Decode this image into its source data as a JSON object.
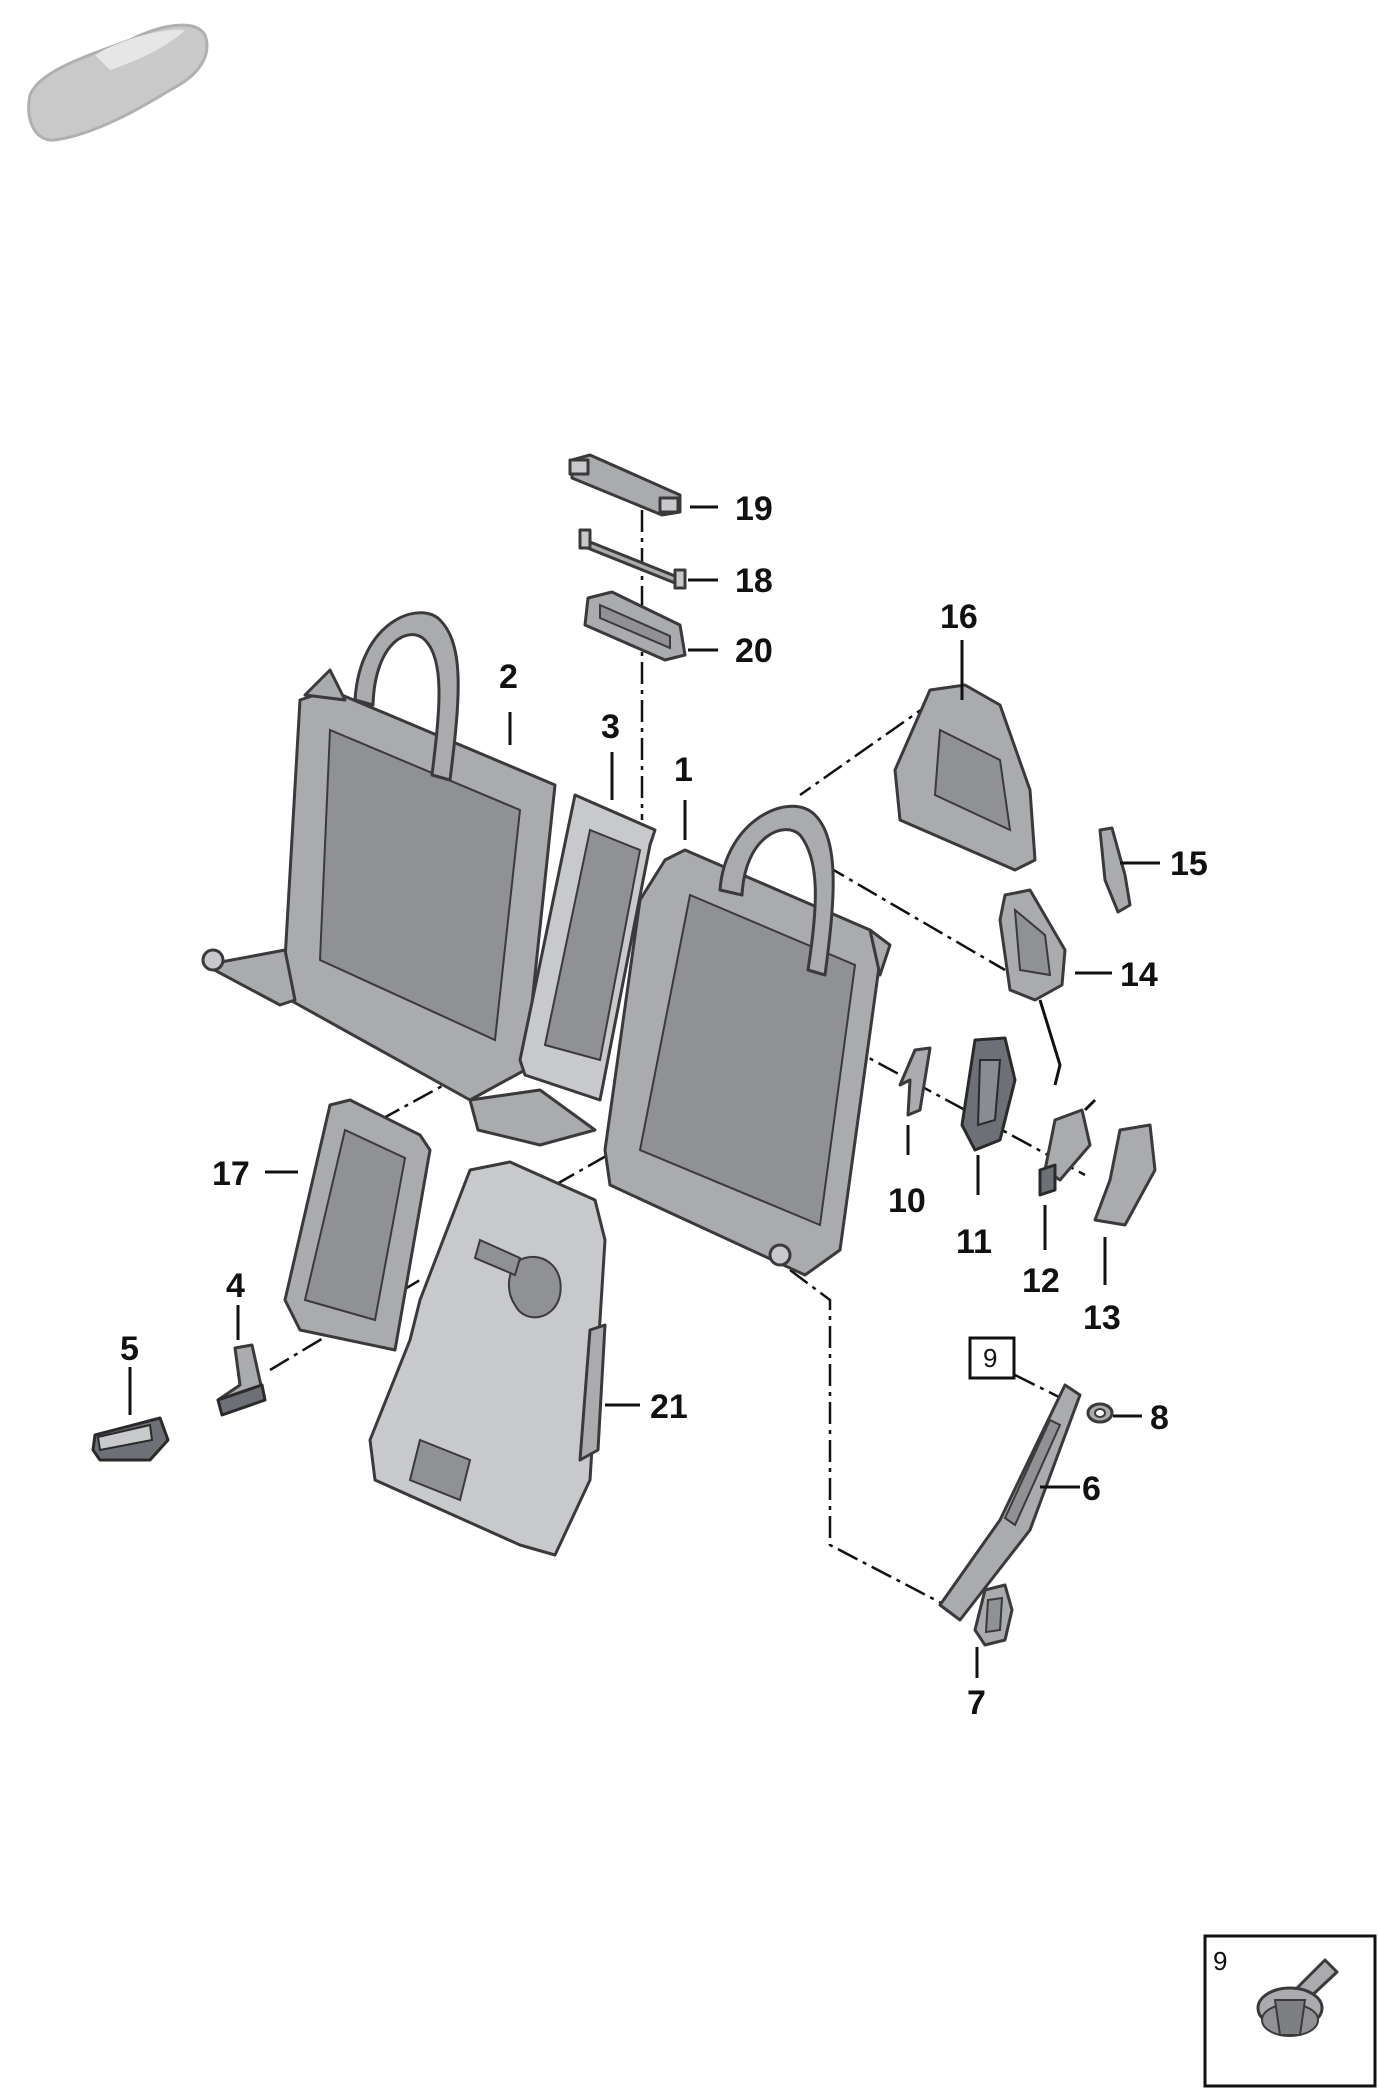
{
  "callouts": [
    {
      "id": "1",
      "text": "1"
    },
    {
      "id": "2",
      "text": "2"
    },
    {
      "id": "3",
      "text": "3"
    },
    {
      "id": "4",
      "text": "4"
    },
    {
      "id": "5",
      "text": "5"
    },
    {
      "id": "6",
      "text": "6"
    },
    {
      "id": "7",
      "text": "7"
    },
    {
      "id": "8",
      "text": "8"
    },
    {
      "id": "10",
      "text": "10"
    },
    {
      "id": "11",
      "text": "11"
    },
    {
      "id": "12",
      "text": "12"
    },
    {
      "id": "13",
      "text": "13"
    },
    {
      "id": "14",
      "text": "14"
    },
    {
      "id": "15",
      "text": "15"
    },
    {
      "id": "16",
      "text": "16"
    },
    {
      "id": "17",
      "text": "17"
    },
    {
      "id": "18",
      "text": "18"
    },
    {
      "id": "19",
      "text": "19"
    },
    {
      "id": "20",
      "text": "20"
    },
    {
      "id": "21",
      "text": "21"
    }
  ],
  "ref_box_label": "9",
  "detail_box_label": "9",
  "colors": {
    "part": "#a9abae",
    "part_dark": "#6e7077",
    "outline": "#3a3a3a",
    "label": "#111111"
  }
}
